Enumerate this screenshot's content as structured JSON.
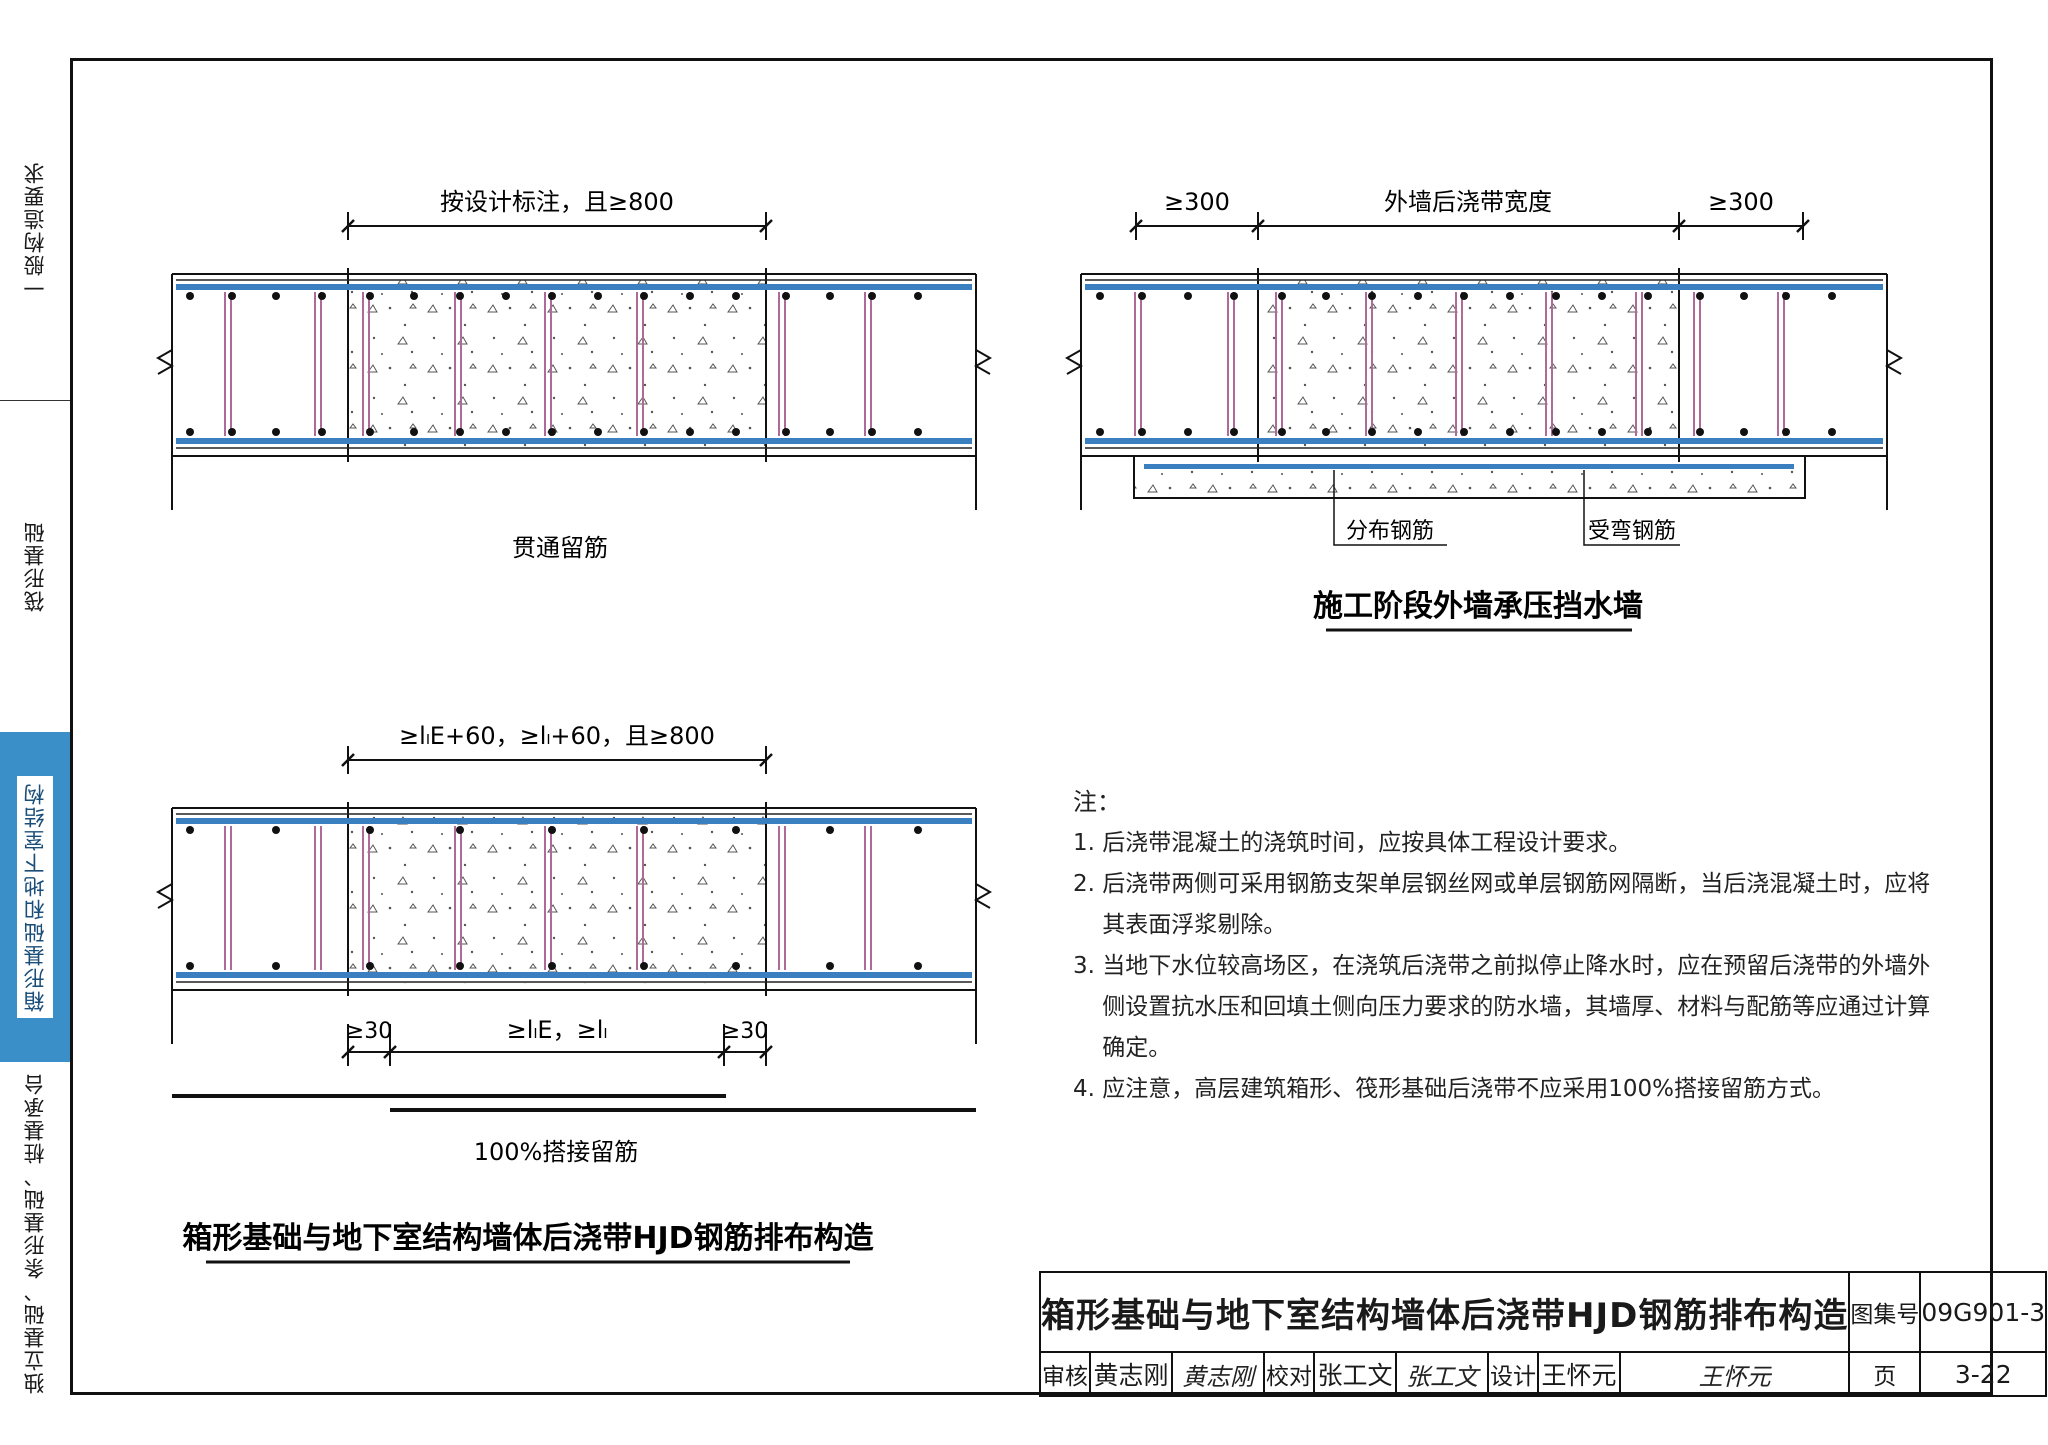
{
  "sidebar": {
    "tabs": [
      {
        "label": "一般构造要求",
        "active": false
      },
      {
        "label": "筏形基础",
        "active": false
      },
      {
        "label": "箱形基础和地下室结构",
        "active": true
      },
      {
        "label": "独立基础、条形基础、桩基承台",
        "active": false
      }
    ]
  },
  "figure1": {
    "dim_label": "按设计标注，且≥800",
    "caption": "贯通留筋"
  },
  "figure2": {
    "dim_left": "≥300",
    "dim_center": "外墙后浇带宽度",
    "dim_right": "≥300",
    "label_distribution": "分布钢筋",
    "label_tension": "受弯钢筋",
    "title": "施工阶段外墙承压挡水墙"
  },
  "figure3": {
    "dim_top": "≥lₗE+60，≥lₗ+60，且≥800",
    "dim_bottom_left": "≥30",
    "dim_bottom_center": "≥lₗE，≥lₗ",
    "dim_bottom_right": "≥30",
    "caption": "100%搭接留筋",
    "title": "箱形基础与地下室结构墙体后浇带HJD钢筋排布构造"
  },
  "notes": {
    "title": "注：",
    "items": [
      "1. 后浇带混凝土的浇筑时间，应按具体工程设计要求。",
      "2. 后浇带两侧可采用钢筋支架单层钢丝网或单层钢筋网隔断，当后浇混凝土时，应将",
      "    其表面浮浆剔除。",
      "3. 当地下水位较高场区，在浇筑后浇带之前拟停止降水时，应在预留后浇带的外墙外",
      "    侧设置抗水压和回填土侧向压力要求的防水墙，其墙厚、材料与配筋等应通过计算",
      "    确定。",
      "4. 应注意，高层建筑箱形、筏形基础后浇带不应采用100%搭接留筋方式。"
    ]
  },
  "title_block": {
    "title": "箱形基础与地下室结构墙体后浇带HJD钢筋排布构造",
    "atlas_label": "图集号",
    "atlas_no": "09G901-3",
    "review_label": "审核",
    "reviewer": "黄志刚",
    "reviewer_sig": "黄志刚",
    "check_label": "校对",
    "checker": "张工文",
    "checker_sig": "张工文",
    "design_label": "设计",
    "designer": "王怀元",
    "designer_sig": "王怀元",
    "page_label": "页",
    "page_no": "3-22"
  },
  "colors": {
    "rebar": "#3a7fc0",
    "line": "#111111",
    "stirrup": "#b06a9a",
    "sidebar_active": "#3a8fc9"
  }
}
